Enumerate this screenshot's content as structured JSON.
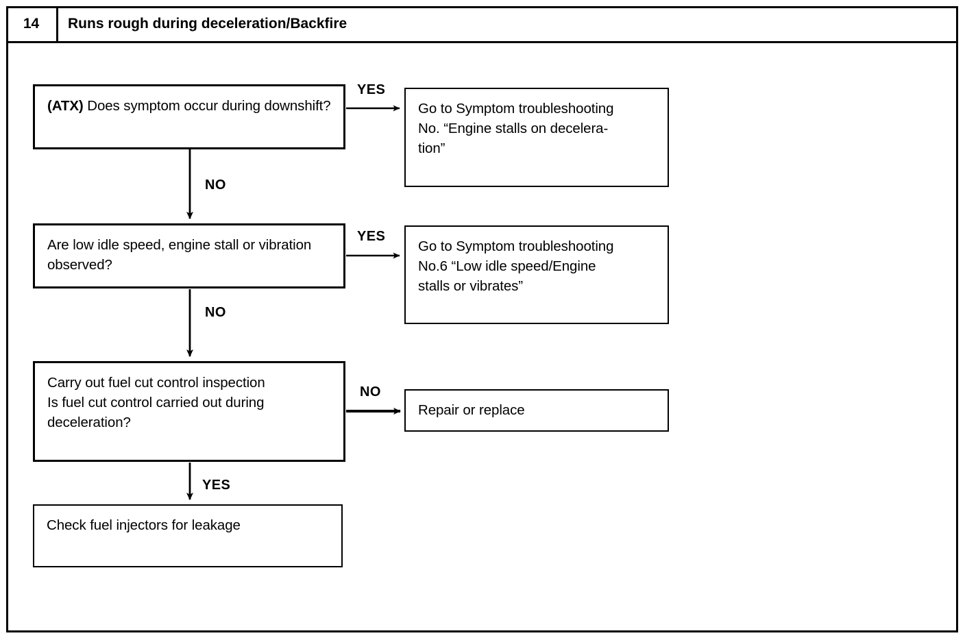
{
  "header": {
    "number": "14",
    "title": "Runs rough during deceleration/Backfire"
  },
  "flowchart": {
    "nodes": [
      {
        "id": "q1",
        "kind": "question",
        "text_prefix": "(ATX)",
        "text": "(ATX) Does symptom occur during downshift?"
      },
      {
        "id": "a1",
        "kind": "action",
        "text": "Go to Symptom troubleshooting\nNo. “Engine stalls on decelera-\ntion”"
      },
      {
        "id": "q2",
        "kind": "question",
        "text": "Are low idle speed, engine stall or vibration observed?"
      },
      {
        "id": "a2",
        "kind": "action",
        "text": "Go to Symptom troubleshooting\nNo.6 “Low idle speed/Engine\nstalls or vibrates”"
      },
      {
        "id": "q3",
        "kind": "question",
        "text": "Carry out fuel cut control inspection\nIs fuel cut control carried out during\ndeceleration?"
      },
      {
        "id": "a3",
        "kind": "action",
        "text": "Repair or replace"
      },
      {
        "id": "q4",
        "kind": "action",
        "text": "Check fuel injectors for leakage"
      }
    ],
    "edges": [
      {
        "id": "e1",
        "from": "q1",
        "to": "a1",
        "label": "YES",
        "direction": "right"
      },
      {
        "id": "e2",
        "from": "q1",
        "to": "q2",
        "label": "NO",
        "direction": "down"
      },
      {
        "id": "e3",
        "from": "q2",
        "to": "a2",
        "label": "YES",
        "direction": "right"
      },
      {
        "id": "e4",
        "from": "q2",
        "to": "q3",
        "label": "NO",
        "direction": "down"
      },
      {
        "id": "e5",
        "from": "q3",
        "to": "a3",
        "label": "NO",
        "direction": "right"
      },
      {
        "id": "e6",
        "from": "q3",
        "to": "q4",
        "label": "YES",
        "direction": "down"
      }
    ]
  },
  "colors": {
    "ink": "#000000",
    "paper": "#ffffff"
  }
}
